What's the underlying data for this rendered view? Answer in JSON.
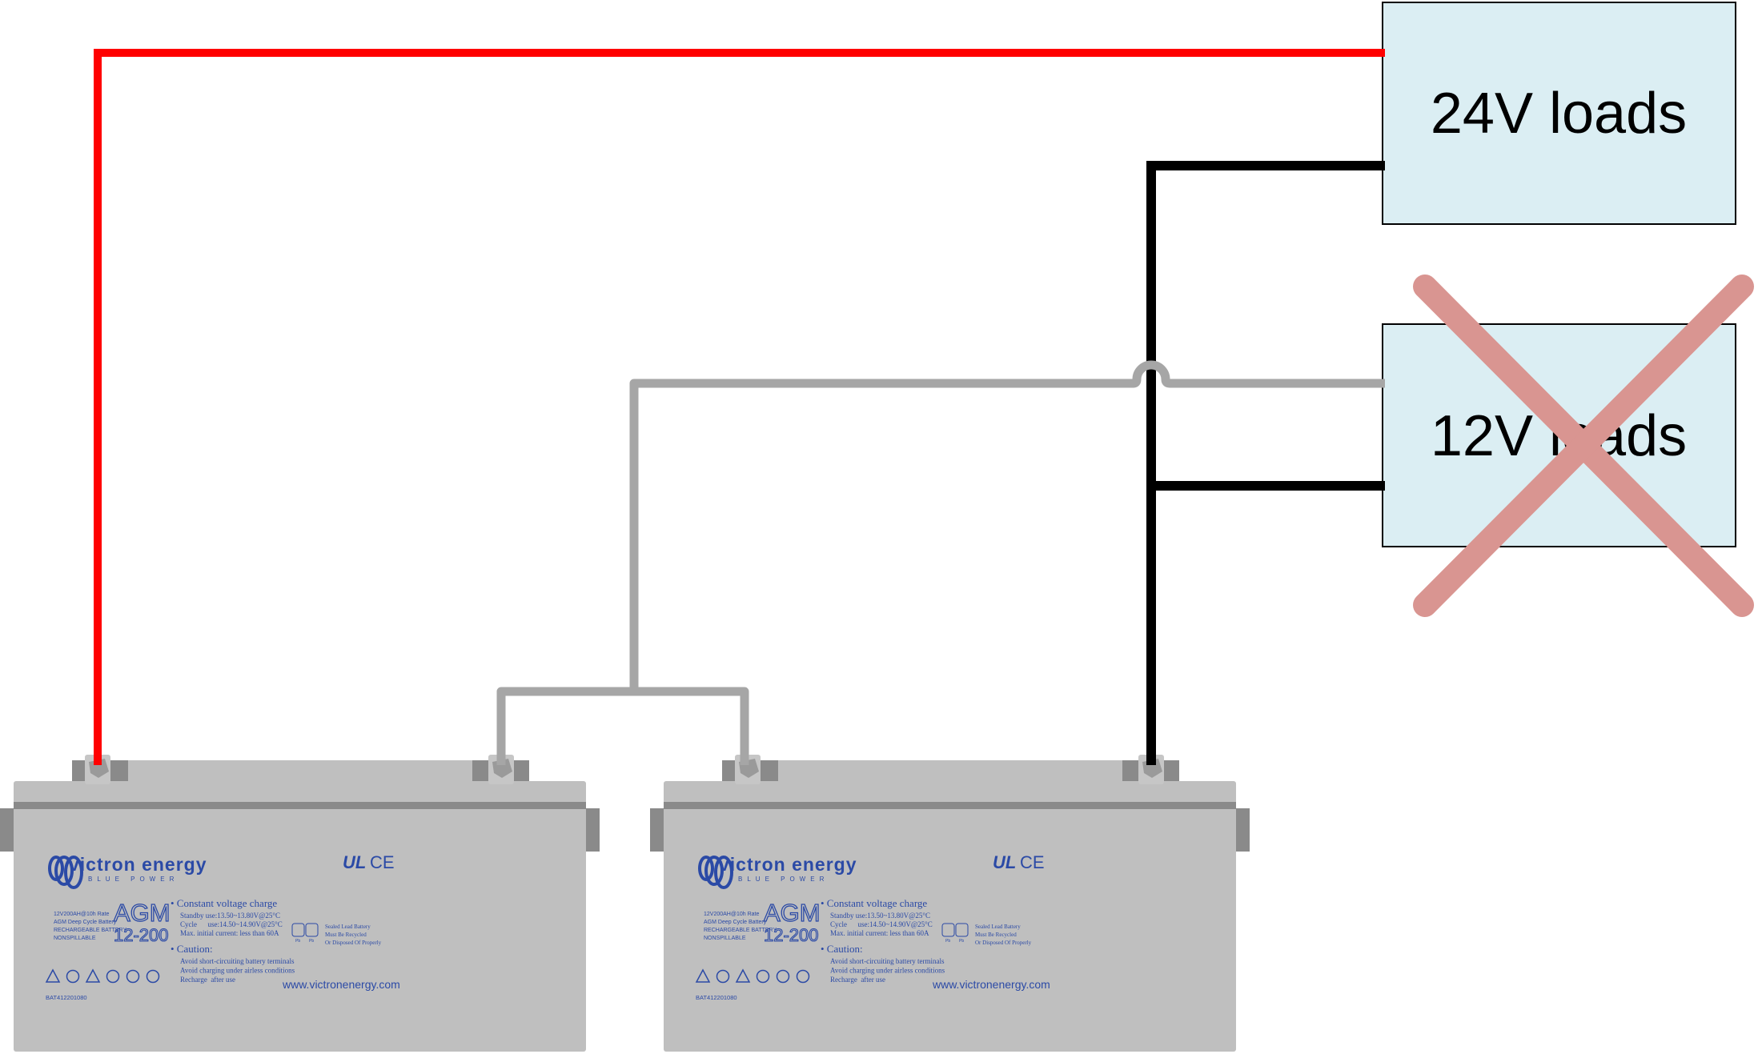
{
  "loads": {
    "load_24v": {
      "label": "24V loads",
      "fill": "#dbeef3"
    },
    "load_12v": {
      "label": "12V loads",
      "fill": "#dbeef3",
      "crossed_out": true
    }
  },
  "colors": {
    "positive_wire": "#ff0000",
    "negative_wire": "#000000",
    "series_link_wire": "#a6a6a6",
    "cross": "#d99591",
    "battery_body": "#bfbfbf",
    "battery_dark": "#8a8a8a",
    "label_blue": "#2b4aa6"
  },
  "batteries": [
    {
      "id": "battery-1"
    },
    {
      "id": "battery-2"
    }
  ],
  "battery_label": {
    "brand": "victron energy",
    "tagline": "BLUE POWER",
    "specs": [
      "12V200AH@10h Rate",
      "AGM Deep Cycle Battery",
      "RECHARGEABLE BATTERY",
      "NONSPILLABLE"
    ],
    "type": "AGM",
    "model": "12-200",
    "charge_heading": "• Constant voltage charge",
    "charge_lines": [
      "Standby use:13.50~13.80V@25°C",
      "Cycle      use:14.50~14.90V@25°C",
      "Max. initial current: less than 60A"
    ],
    "caution_heading": "• Caution:",
    "caution_lines": [
      "Avoid short-circuiting battery terminals",
      "Avoid charging under airless conditions",
      "Recharge  after use"
    ],
    "recycle_lines": [
      "Sealed Lead Battery",
      "Must Be Recycled",
      "Or Disposed Of Properly"
    ],
    "recycle_icon_label": "Pb",
    "website": "www.victronenergy.com",
    "part_number": "BAT412201080",
    "cert_ul": "UL",
    "cert_ce": "CE"
  }
}
